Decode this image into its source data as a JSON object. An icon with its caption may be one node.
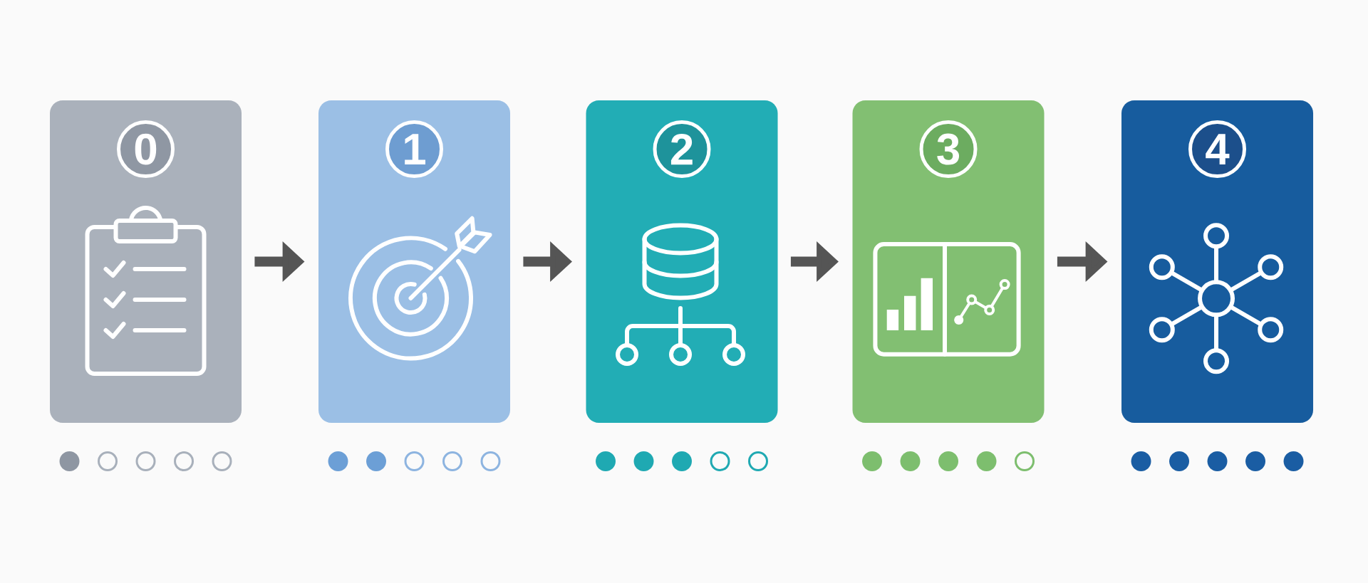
{
  "diagram": {
    "nodes": [
      {
        "text": [],
        "shape": "box"
      },
      {
        "text": [
          "0"
        ],
        "in": 0
      },
      {
        "text": [],
        "shape": "box"
      },
      {
        "text": [
          "1"
        ],
        "in": 2
      },
      {
        "text": [],
        "shape": "box"
      },
      {
        "text": [
          "2"
        ],
        "in": 4
      },
      {
        "text": [],
        "shape": "box"
      },
      {
        "text": [
          "3"
        ],
        "in": 6
      },
      {
        "text": [],
        "shape": "box"
      },
      {
        "text": [
          "4"
        ],
        "in": 8
      }
    ],
    "edges": [
      {
        "from": 0,
        "to": 2,
        "arrow": "to"
      },
      {
        "from": 2,
        "to": 4,
        "arrow": "to"
      },
      {
        "from": 4,
        "to": 6,
        "arrow": "to"
      },
      {
        "from": 6,
        "to": 8,
        "arrow": "to"
      }
    ]
  }
}
